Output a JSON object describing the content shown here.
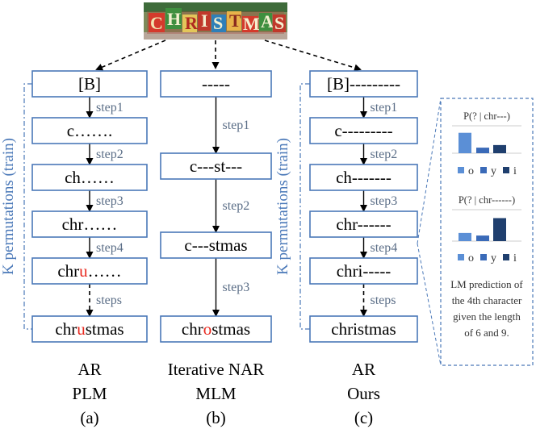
{
  "banner": {
    "text": "CHRISTMAS"
  },
  "panels": [
    {
      "boxes": [
        {
          "parts": [
            {
              "t": "[B]",
              "c": false
            }
          ]
        },
        {
          "parts": [
            {
              "t": "c…….",
              "c": false
            }
          ]
        },
        {
          "parts": [
            {
              "t": "ch……",
              "c": false
            }
          ]
        },
        {
          "parts": [
            {
              "t": "chr……",
              "c": false
            }
          ]
        },
        {
          "parts": [
            {
              "t": "chr",
              "c": false
            },
            {
              "t": "u",
              "c": true
            },
            {
              "t": "……",
              "c": false
            }
          ]
        },
        {
          "parts": [
            {
              "t": "chr",
              "c": false
            },
            {
              "t": "u",
              "c": true
            },
            {
              "t": "stmas",
              "c": false
            }
          ]
        }
      ],
      "steps": [
        "step1",
        "step2",
        "step3",
        "step4",
        "steps"
      ],
      "side_label": "K permutations (train)",
      "caption": [
        "AR",
        "PLM",
        "(a)"
      ]
    },
    {
      "boxes": [
        {
          "parts": [
            {
              "t": "-----",
              "c": false
            }
          ]
        },
        {
          "parts": [
            {
              "t": "c---st---",
              "c": false
            }
          ]
        },
        {
          "parts": [
            {
              "t": "c---stmas",
              "c": false
            }
          ]
        },
        {
          "parts": [
            {
              "t": "chr",
              "c": false
            },
            {
              "t": "o",
              "c": true
            },
            {
              "t": "stmas",
              "c": false
            }
          ]
        }
      ],
      "steps": [
        "step1",
        "step2",
        "step3"
      ],
      "caption": [
        "Iterative NAR",
        "MLM",
        "(b)"
      ]
    },
    {
      "boxes": [
        {
          "parts": [
            {
              "t": "[B]---------",
              "c": false
            }
          ]
        },
        {
          "parts": [
            {
              "t": "c---------",
              "c": false
            }
          ]
        },
        {
          "parts": [
            {
              "t": "ch-------",
              "c": false
            }
          ]
        },
        {
          "parts": [
            {
              "t": "chr------",
              "c": false
            }
          ]
        },
        {
          "parts": [
            {
              "t": "chri-----",
              "c": false
            }
          ]
        },
        {
          "parts": [
            {
              "t": "christmas",
              "c": false
            }
          ]
        }
      ],
      "steps": [
        "step1",
        "step2",
        "step3",
        "step4",
        "steps"
      ],
      "side_label": "K permutations (train)",
      "caption": [
        "AR",
        "Ours",
        "(c)"
      ]
    }
  ],
  "inset": {
    "charts": [
      {
        "title": "P(? | chr---)",
        "values": [
          0.55,
          0.15,
          0.22
        ]
      },
      {
        "title": "P(? | chr------)",
        "values": [
          0.22,
          0.15,
          0.62
        ]
      }
    ],
    "legend": [
      "o",
      "y",
      "i"
    ],
    "colors": [
      "#5b8fd6",
      "#3a6ab8",
      "#1f3f6e"
    ],
    "note": [
      "LM prediction of",
      "the 4th character",
      "given the length",
      "of 6 and 9."
    ]
  },
  "colors": {
    "box_border": "#4a78b8",
    "highlight": "#e8281e",
    "step_text": "#5b6e87"
  }
}
